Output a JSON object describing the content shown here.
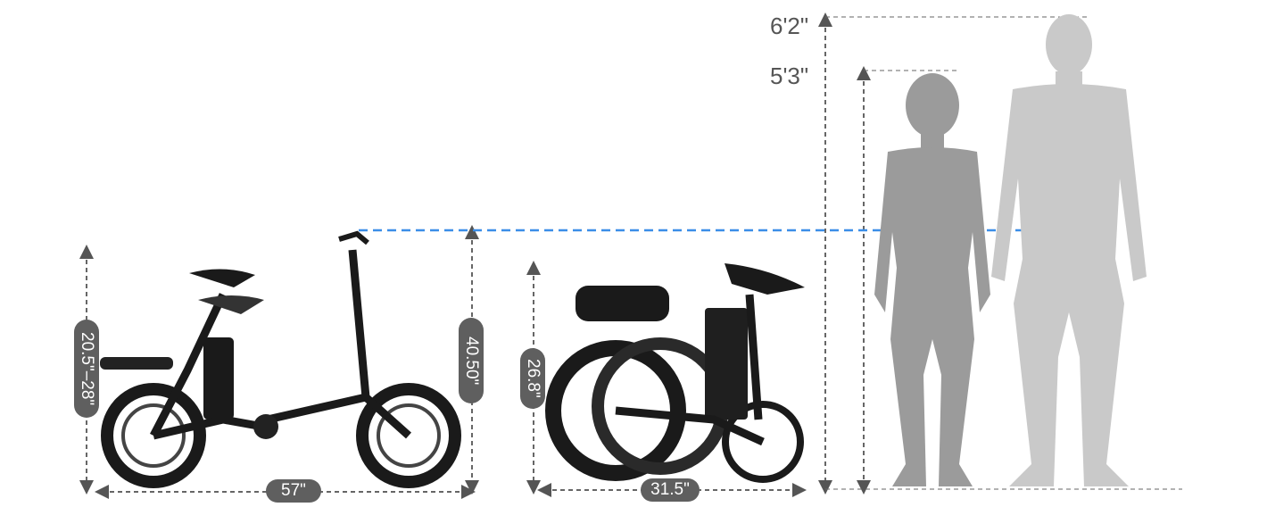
{
  "dimensions": {
    "seat_height": "20.5\"–28\"",
    "bike_height": "40.50\"",
    "bike_length": "57\"",
    "folded_height": "26.8\"",
    "folded_length": "31.5\""
  },
  "people": {
    "tall_height": "6'2\"",
    "short_height": "5'3\""
  },
  "colors": {
    "guide_line": "#3b8ee8",
    "badge": "#5f5f5f",
    "woman": "#9b9b9b",
    "man": "#c9c9c9"
  }
}
